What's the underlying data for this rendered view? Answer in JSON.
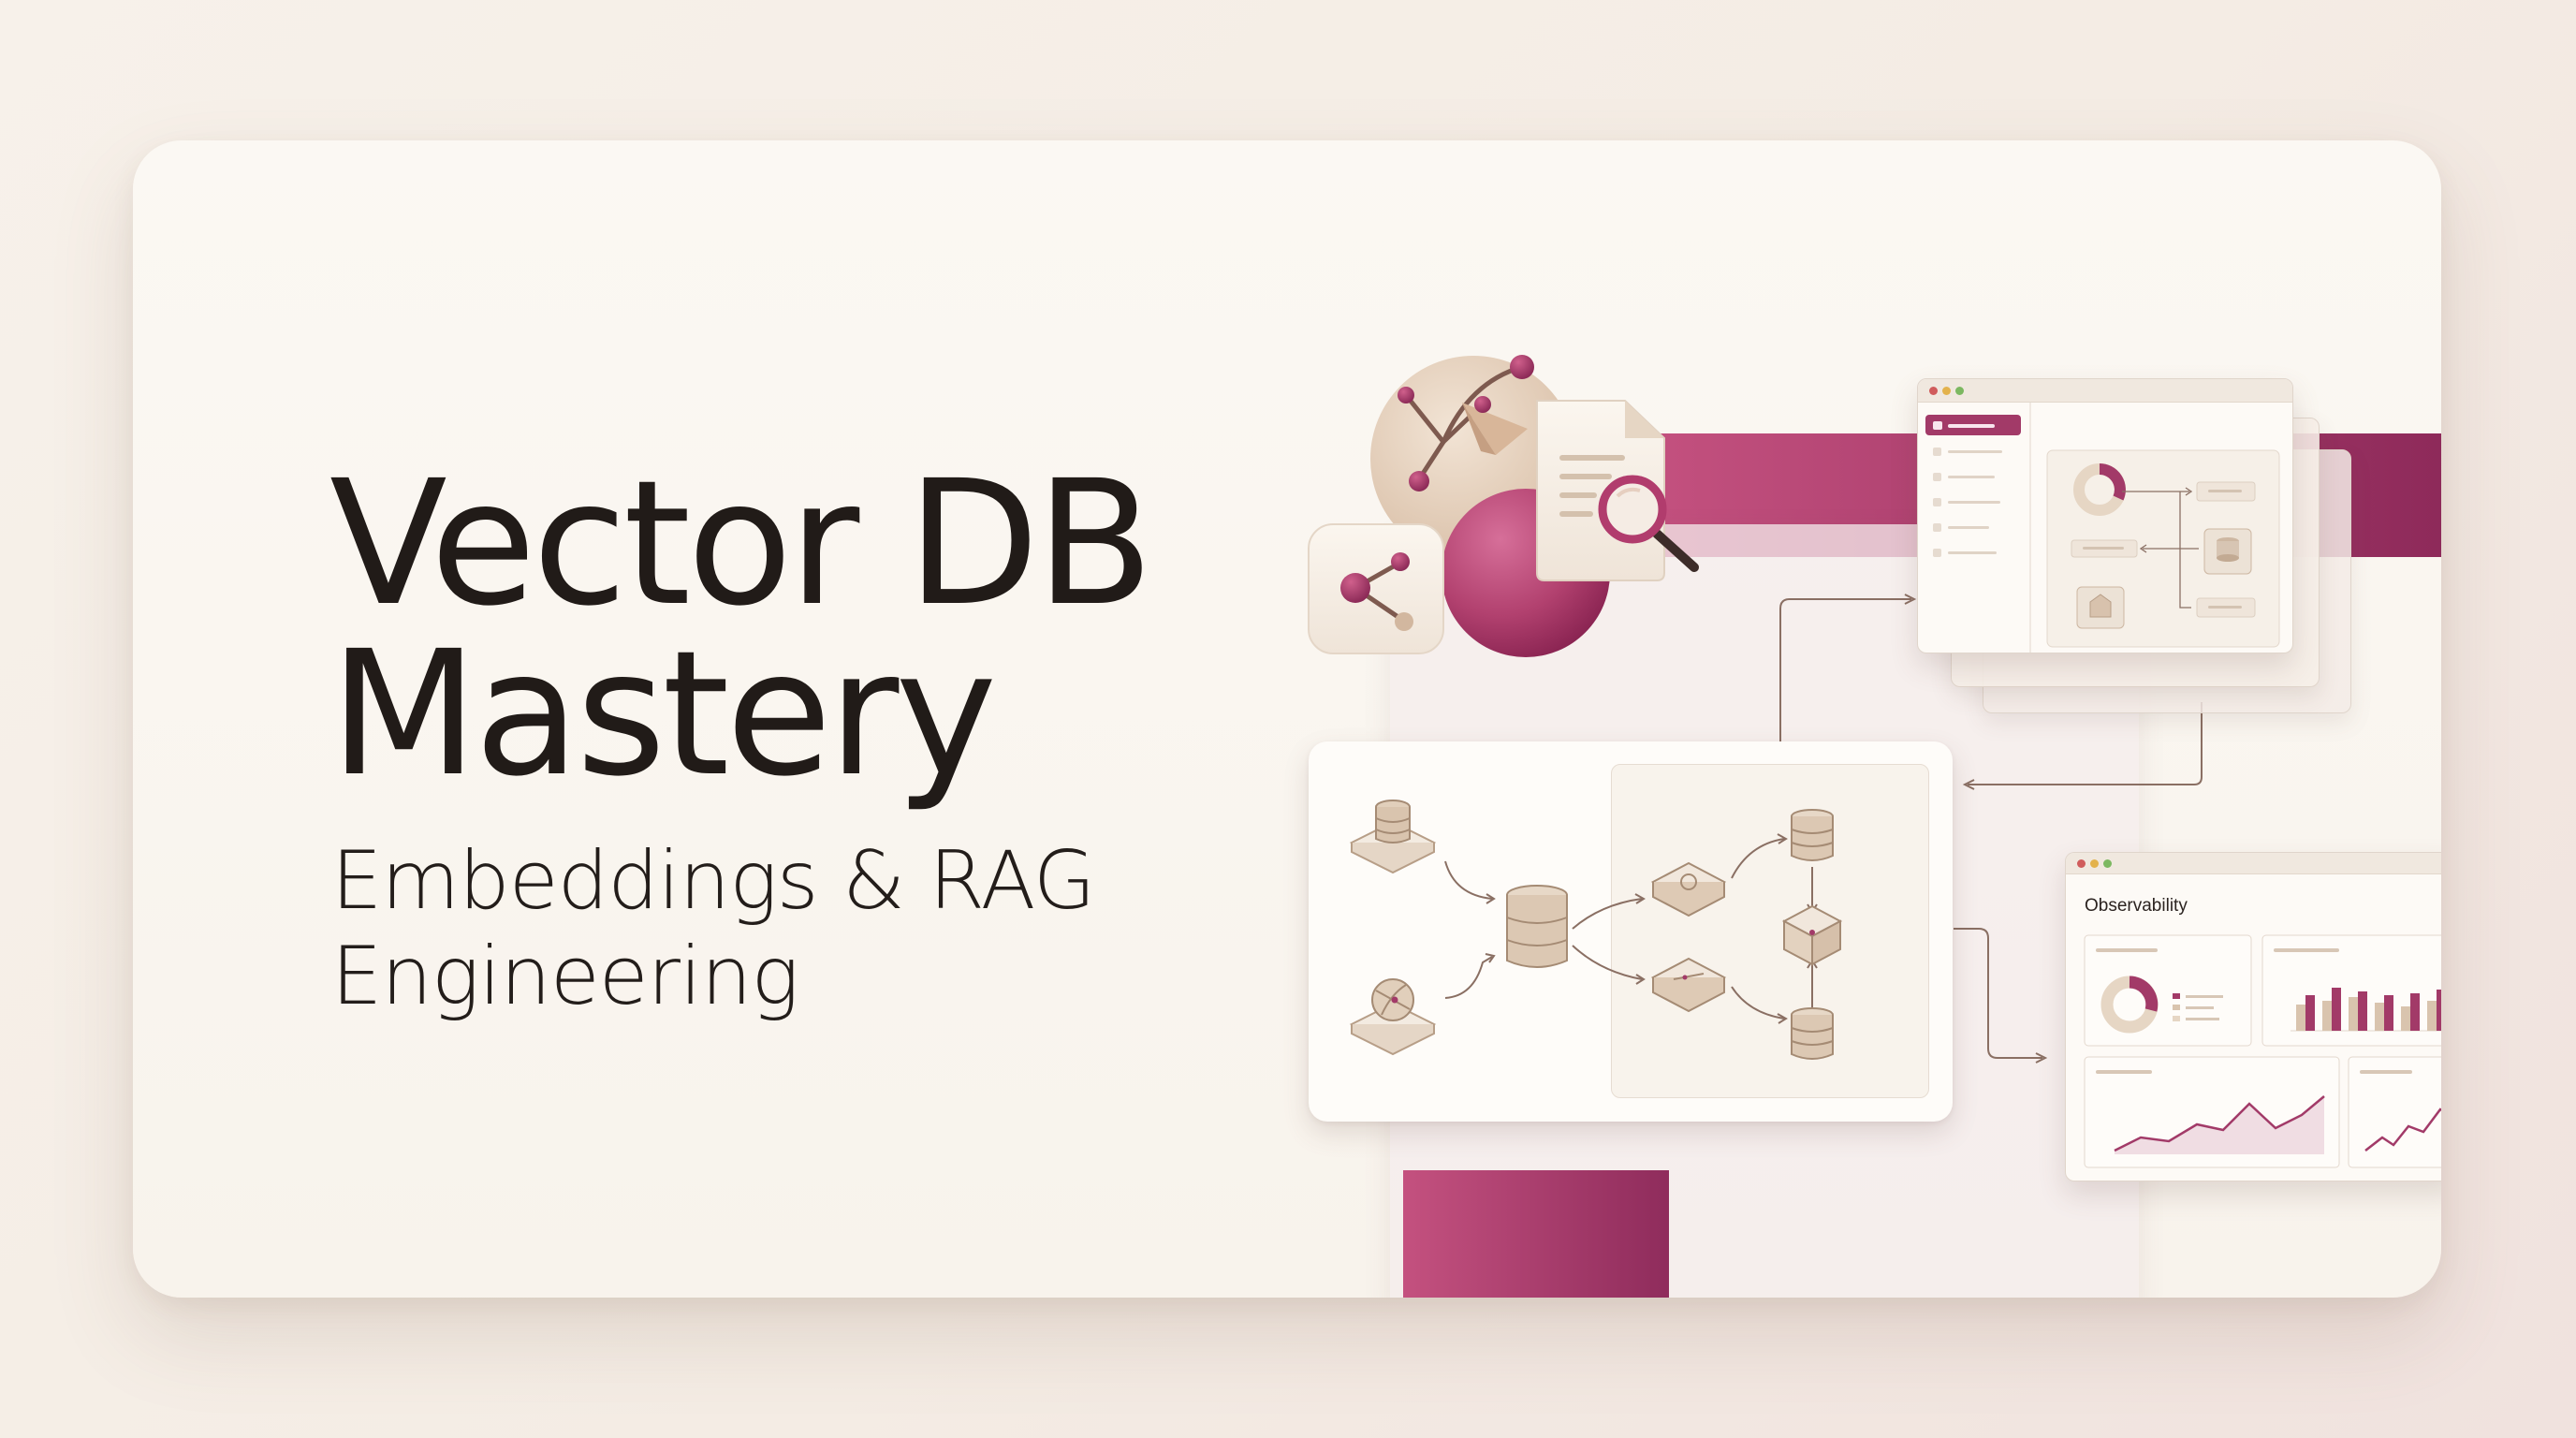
{
  "hero": {
    "title_line1": "Vector DB",
    "title_line2": "Mastery",
    "subtitle_line1": "Embeddings & RAG",
    "subtitle_line2": "Engineering"
  },
  "observability_window": {
    "title": "Observability"
  },
  "colors": {
    "accent": "#a8386a",
    "accent_light": "#c4517f",
    "tan": "#cdb7a2",
    "card": "#faf6f0",
    "text": "#211b18"
  },
  "icons": [
    "graph-nodes-icon",
    "share-icon",
    "document-search-icon",
    "database-icon",
    "globe-icon",
    "router-icon",
    "cube-icon"
  ]
}
